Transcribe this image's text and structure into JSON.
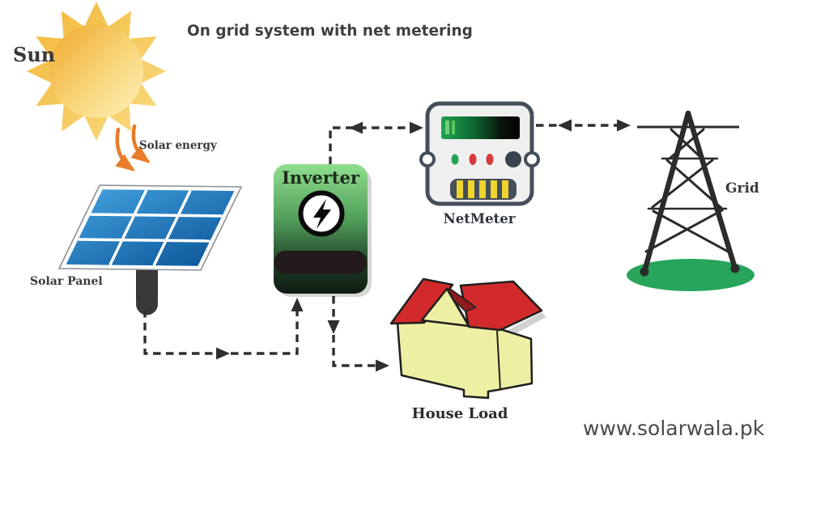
{
  "title": "On grid system with net metering",
  "watermark": "www.solarwala.pk",
  "labels": {
    "sun": "Sun",
    "solar_energy": "Solar energy",
    "solar_panel": "Solar Panel",
    "inverter": "Inverter",
    "netmeter": "NetMeter",
    "grid": "Grid",
    "house_load": "House Load"
  },
  "icons": {
    "sun": "sun-icon",
    "solar_energy_arrows": "solar-rays-arrow-icon",
    "solar_panel": "solar-panel-icon",
    "inverter_bolt": "lightning-bolt-icon",
    "netmeter": "electric-meter-icon",
    "grid_tower": "transmission-tower-icon",
    "house": "house-icon"
  },
  "colors": {
    "background": "#FFFFFF",
    "title_text": "#3F3F3F",
    "label_text": "#3A3A3A",
    "watermark_text": "#4A4A4A",
    "connector": "#2F2F2F",
    "sun_core_light": "#FDF2BE",
    "sun_core_deep": "#F1A72C",
    "sun_ray": "#F6C94E",
    "solar_energy_arrow": "#E87C2B",
    "panel_frame": "#FDFDFD",
    "panel_cell_light": "#3E9BD9",
    "panel_cell_dark": "#0F5A9D",
    "panel_pole": "#383838",
    "inverter_green_top": "#90DE8E",
    "inverter_green_bottom": "#0E1A12",
    "inverter_bar": "#221A1C",
    "inverter_text": "#1C2B1C",
    "meter_body": "#EFEFEF",
    "meter_border": "#454F5A",
    "meter_display_green": "#1FA551",
    "indicator_green": "#27A352",
    "indicator_red": "#D63A3A",
    "meter_knob": "#39434D",
    "terminal_block": "#454F5A",
    "terminal_yellow": "#EFD42C",
    "tower_black": "#2B2B2B",
    "ground_green": "#26A55B",
    "house_wall": "#EDF0A3",
    "house_roof": "#D22A2A",
    "house_roof_shadow": "#8E1C1C",
    "house_outline": "#1F1F1F"
  }
}
